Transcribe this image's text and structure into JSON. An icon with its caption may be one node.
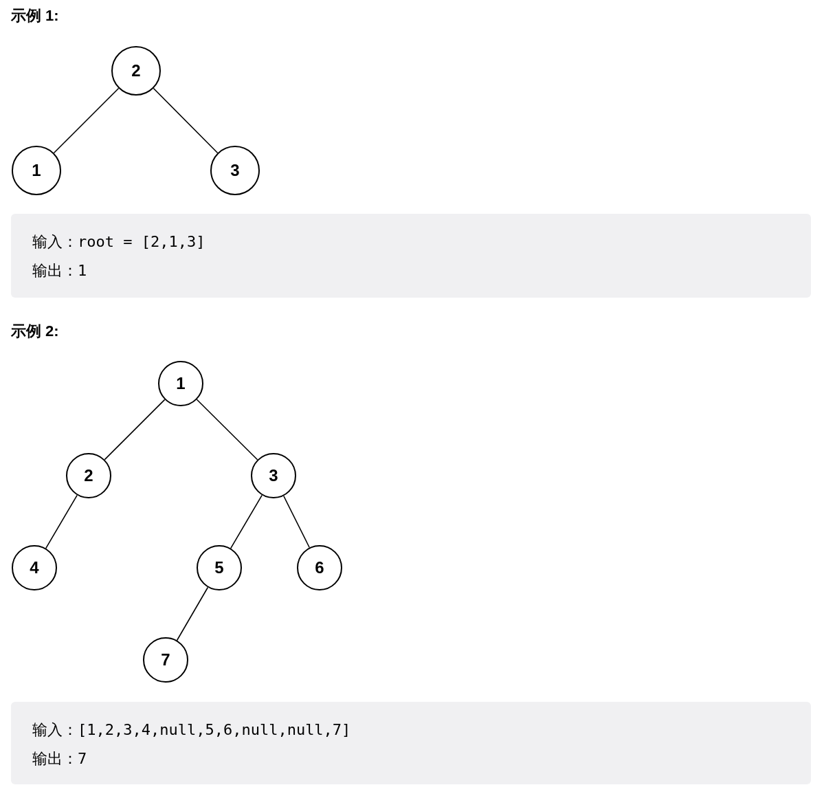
{
  "diagram": {
    "nodes": [
      {
        "text": [
          "2"
        ]
      },
      {
        "text": [
          "1"
        ]
      },
      {
        "text": [
          "3"
        ]
      },
      {
        "text": [
          "1"
        ]
      },
      {
        "text": [
          "2"
        ]
      },
      {
        "text": [
          "3"
        ]
      },
      {
        "text": [
          "4"
        ]
      },
      {
        "text": [
          "5"
        ]
      },
      {
        "text": [
          "6"
        ]
      },
      {
        "text": [
          "7"
        ]
      }
    ],
    "edges": [
      {
        "from": 0,
        "to": 1,
        "arrow": "none"
      },
      {
        "from": 0,
        "to": 2,
        "arrow": "none"
      },
      {
        "from": 3,
        "to": 4,
        "arrow": "none"
      },
      {
        "from": 3,
        "to": 5,
        "arrow": "none"
      },
      {
        "from": 4,
        "to": 6,
        "arrow": "none"
      },
      {
        "from": 5,
        "to": 7,
        "arrow": "none"
      },
      {
        "from": 5,
        "to": 8,
        "arrow": "none"
      },
      {
        "from": 7,
        "to": 9,
        "arrow": "none"
      }
    ],
    "labels": [
      "示例 1:",
      "输入：root = [2,1,3]",
      "输出：1",
      "示例 2:",
      "输入：[1,2,3,4,null,5,6,null,null,7]",
      "输出：7"
    ]
  }
}
